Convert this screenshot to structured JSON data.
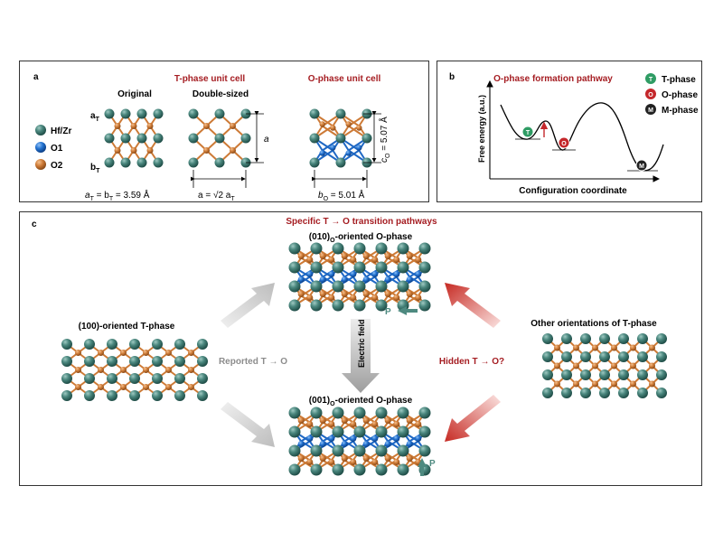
{
  "colors": {
    "hf": "#3f7c73",
    "o1": "#1f68c4",
    "o2": "#cd7a36",
    "title_red": "#a51d22"
  },
  "panel_a": {
    "letter": "a",
    "t_title": "T-phase unit cell",
    "o_title": "O-phase unit cell",
    "original": "Original",
    "double": "Double-sized",
    "legend": {
      "hf": "Hf/Zr",
      "o1": "O1",
      "o2": "O2"
    },
    "aT": "a",
    "aT_sub": "T",
    "bT": "b",
    "bT_sub": "T",
    "a_dim": "a",
    "cap1": "a",
    "cap1b": "T",
    "cap1c": " = b",
    "cap1d": "T",
    "cap1e": " = 3.59 Å",
    "cap2": "a = √2 a",
    "cap2b": "T",
    "cap3": "b",
    "cap3b": "O",
    "cap3c": " = 5.01 Å",
    "co": "c",
    "co_sub": "O",
    "co_val": " = 5.07 Å"
  },
  "panel_b": {
    "letter": "b",
    "title": "O-phase formation pathway",
    "legend": [
      {
        "sym": "T",
        "label": "T-phase",
        "color": "#2f9c64"
      },
      {
        "sym": "O",
        "label": "O-phase",
        "color": "#c4272b"
      },
      {
        "sym": "M",
        "label": "M-phase",
        "color": "#222222"
      }
    ],
    "ylabel": "Free energy (a.u.)",
    "xlabel": "Configuration coordinate"
  },
  "panel_c": {
    "letter": "c",
    "title": "Specific T → O transition pathways",
    "o010": "(010)",
    "o010_sub": "O",
    "o010_tail": "-oriented O-phase",
    "o001": "(001)",
    "o001_sub": "O",
    "o001_tail": "-oriented O-phase",
    "t100": "(100)-oriented T-phase",
    "other": "Other orientations of T-phase",
    "reported": "Reported T → O",
    "hidden": "Hidden T → O?",
    "efield": "Electric field",
    "p": "P"
  }
}
